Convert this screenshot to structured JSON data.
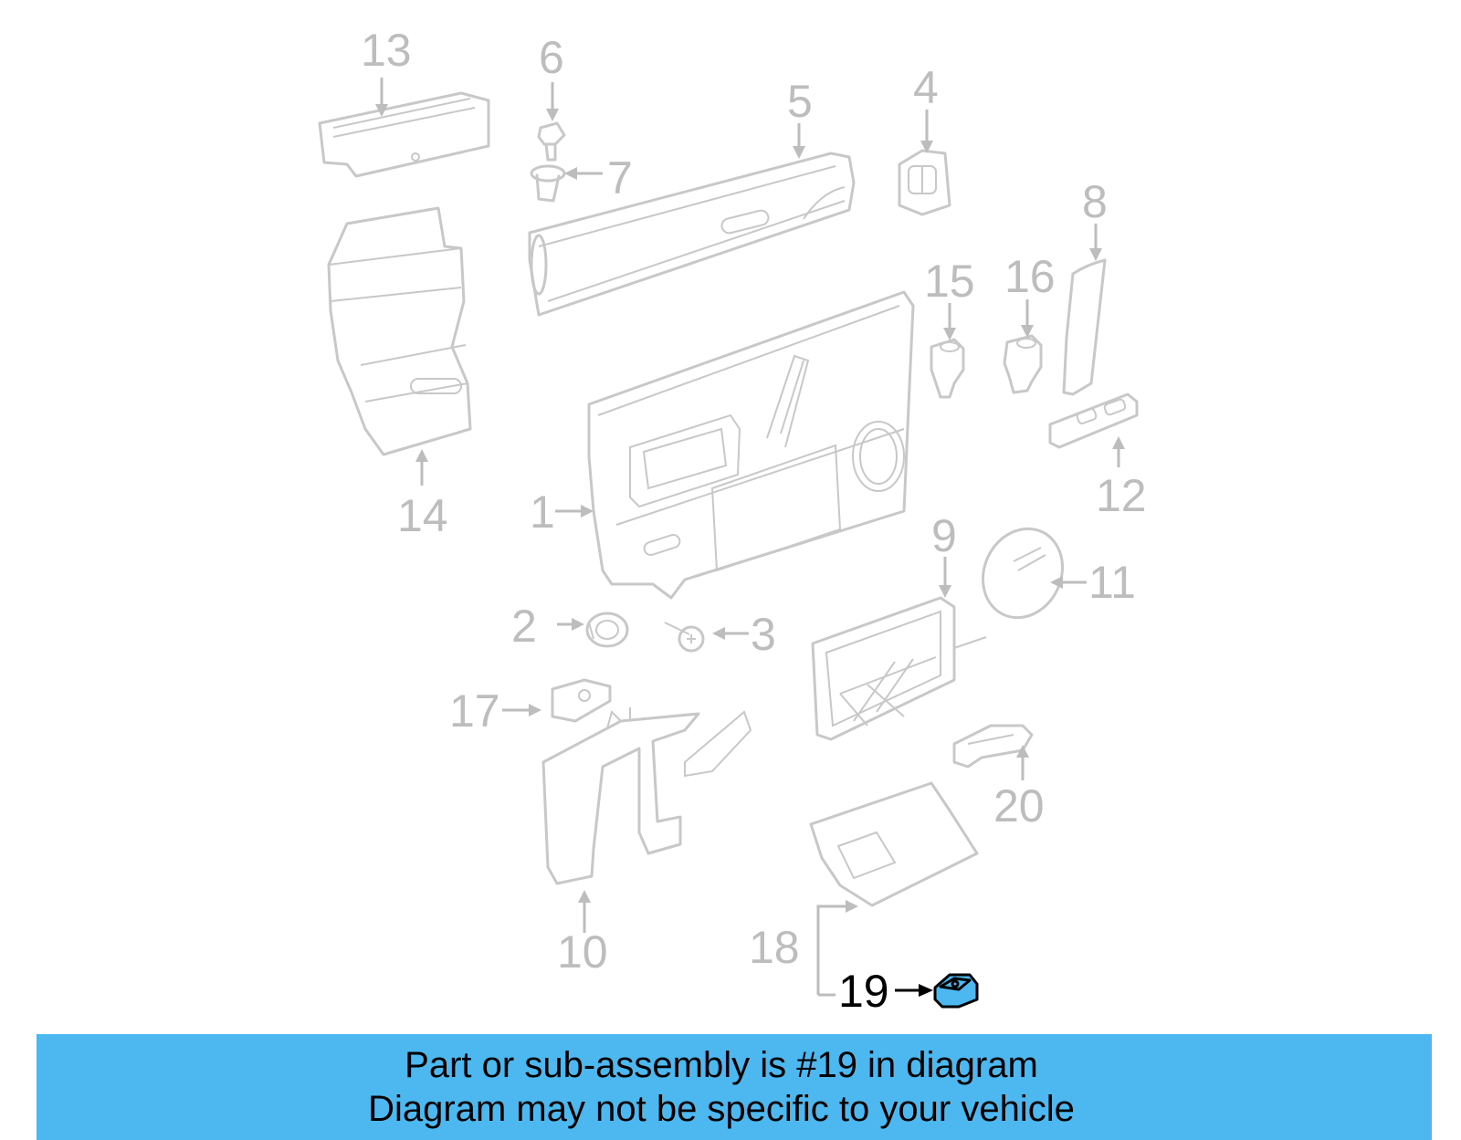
{
  "callouts": {
    "n1": "1",
    "n2": "2",
    "n3": "3",
    "n4": "4",
    "n5": "5",
    "n6": "6",
    "n7": "7",
    "n8": "8",
    "n9": "9",
    "n10": "10",
    "n11": "11",
    "n12": "12",
    "n13": "13",
    "n14": "14",
    "n15": "15",
    "n16": "16",
    "n17": "17",
    "n18": "18",
    "n19": "19",
    "n20": "20"
  },
  "highlighted_part": "19",
  "colors": {
    "banner": "#4db8f0",
    "highlight_fill": "#4db8f0",
    "part_line": "#c8c8c8"
  },
  "banner": {
    "line1": "Part or sub-assembly is #19 in diagram",
    "line2": "Diagram may not be specific to your vehicle"
  }
}
